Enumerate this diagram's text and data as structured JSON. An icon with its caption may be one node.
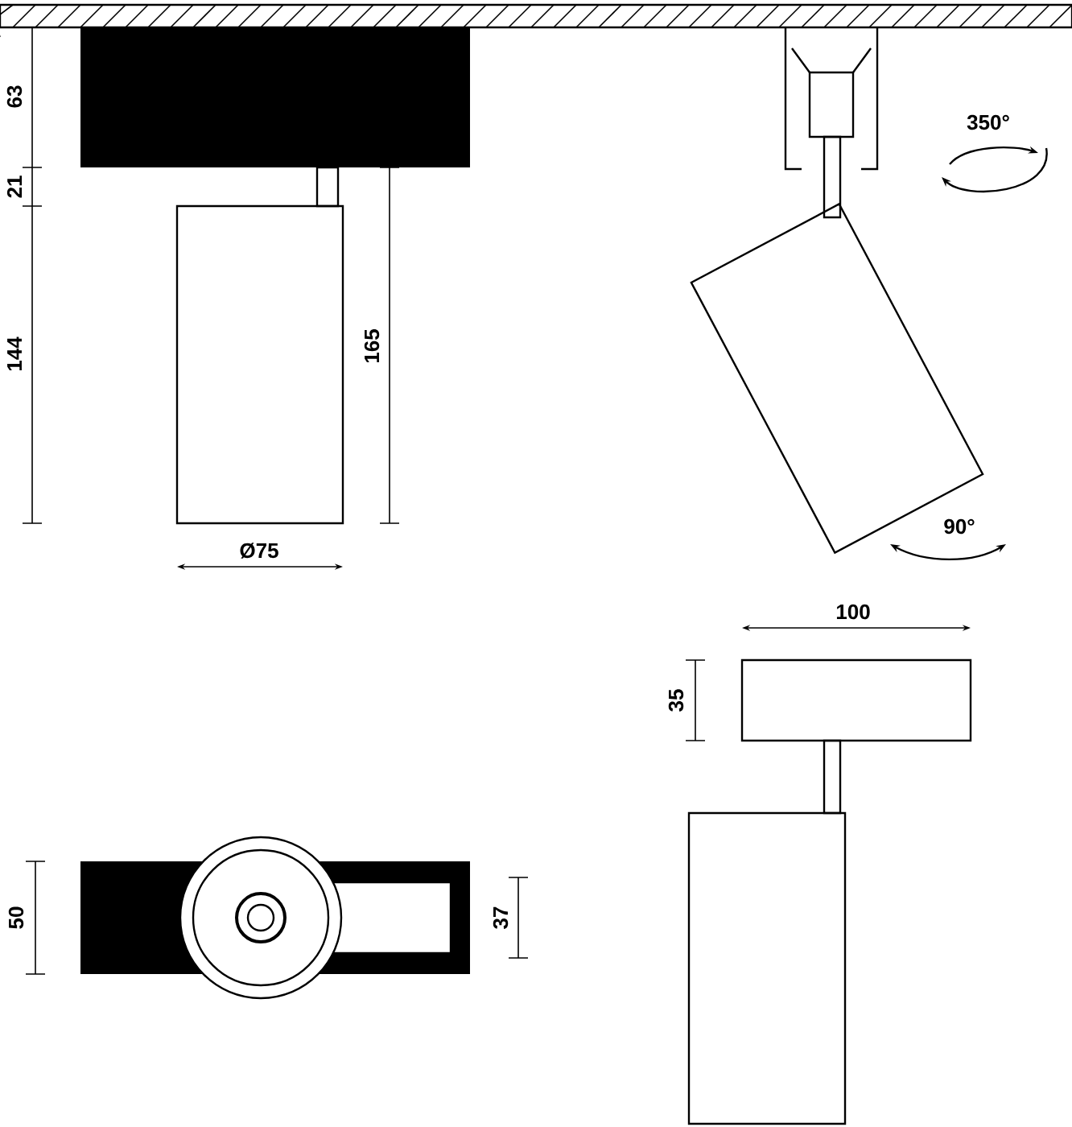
{
  "diagram": {
    "labels": [
      "63",
      "350°",
      "21",
      "144",
      "165",
      "Ø75",
      "90°",
      "100",
      "35",
      "50",
      "37"
    ]
  }
}
